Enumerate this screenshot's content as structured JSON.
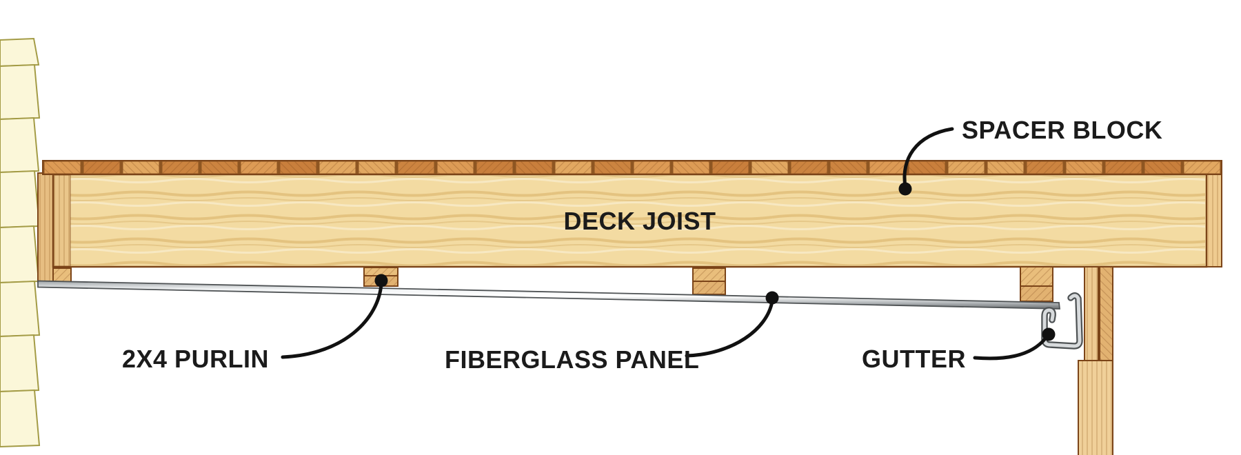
{
  "labels": {
    "spacer_block": "SPACER BLOCK",
    "deck_joist": "DECK JOIST",
    "purlin_2x4": "2X4 PURLIN",
    "fiberglass_panel": "FIBERGLASS PANEL",
    "gutter": "GUTTER"
  },
  "palette": {
    "background": "#FFFFFF",
    "label_text": "#1B1B1B",
    "leader_line": "#111111",
    "siding_fill": "#FBF7D9",
    "siding_outline": "#A39B45",
    "wood_outline": "#7B4418",
    "joist_fill": "#F3DBA2",
    "deck_gap": "#8E5622",
    "deck_board_colors": [
      "#DD9B55",
      "#CC8440",
      "#E2A861",
      "#C97F3C"
    ],
    "block_fill": "#E9BE7C",
    "post_fill": "#F0D099",
    "metal_light": "#F2F4F5",
    "metal_mid": "#AEB2B5",
    "metal_dark": "#4E5254"
  },
  "siding_joints": [
    58,
    96,
    173,
    250,
    330,
    410,
    488,
    568,
    648
  ]
}
